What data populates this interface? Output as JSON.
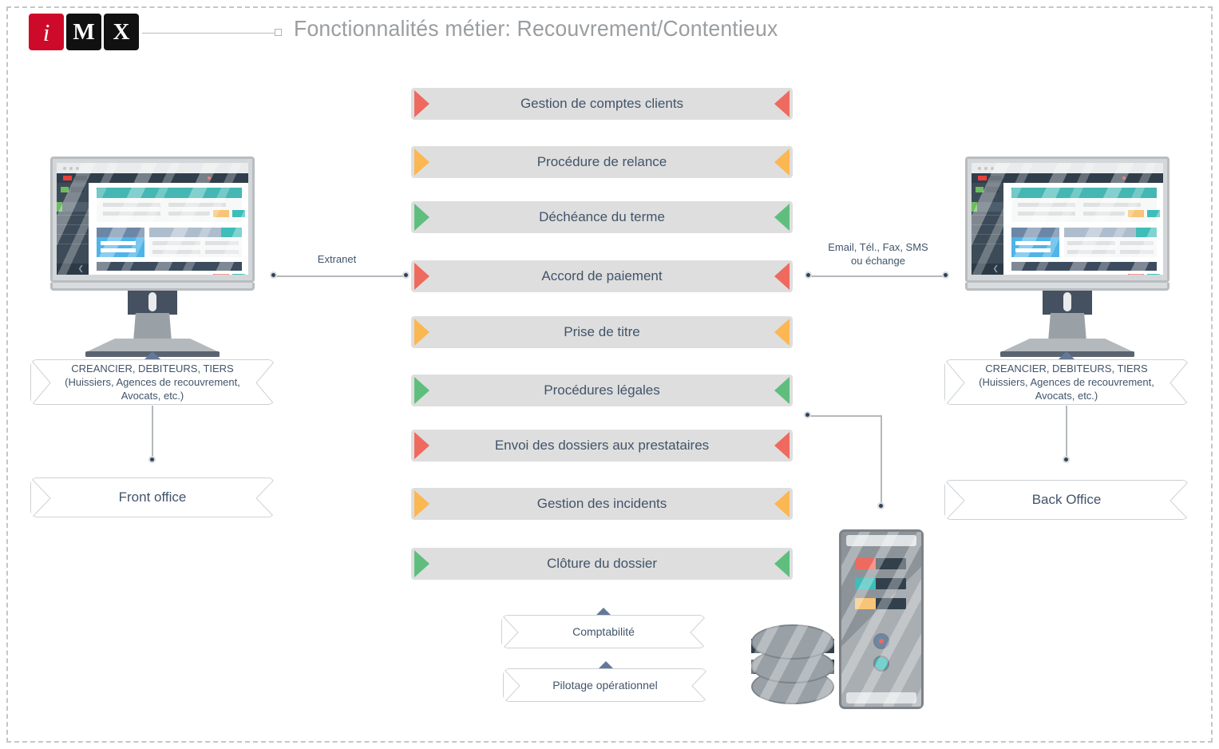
{
  "header": {
    "logo": [
      {
        "letter": "i",
        "style": "red"
      },
      {
        "letter": "M",
        "style": "dark"
      },
      {
        "letter": "X",
        "style": "dark"
      }
    ],
    "title": "Fonctionnalités métier: Recouvrement/Contentieux"
  },
  "colors": {
    "brand_red": "#ce0a2a",
    "accent_red": "#ee6a5f",
    "accent_orange": "#fbb751",
    "accent_green": "#5fbe7e",
    "bar_background": "#dedede",
    "text_slate": "#41546a",
    "title_gray": "#9a9ea1",
    "border_gray": "#cdd1d4"
  },
  "process_bars": [
    {
      "label": "Gestion de comptes clients",
      "color": "#ee6a5f"
    },
    {
      "label": "Procédure de relance",
      "color": "#fbb751"
    },
    {
      "label": "Déchéance du terme",
      "color": "#5fbe7e"
    },
    {
      "label": "Accord de paiement",
      "color": "#ee6a5f"
    },
    {
      "label": "Prise de titre",
      "color": "#fbb751"
    },
    {
      "label": "Procédures légales",
      "color": "#5fbe7e"
    },
    {
      "label": "Envoi des dossiers aux prestataires",
      "color": "#ee6a5f"
    },
    {
      "label": "Gestion des incidents",
      "color": "#fbb751"
    },
    {
      "label": "Clôture du dossier",
      "color": "#5fbe7e"
    }
  ],
  "left": {
    "monitor_name": "front-office-workstation",
    "actors_line1": "CREANCIER, DEBITEURS, TIERS",
    "actors_line2": "(Huissiers, Agences de recouvrement,",
    "actors_line3": "Avocats, etc.)",
    "office_label": "Front office"
  },
  "right": {
    "monitor_name": "back-office-workstation",
    "actors_line1": "CREANCIER, DEBITEURS, TIERS",
    "actors_line2": "(Huissiers, Agences de recouvrement,",
    "actors_line3": "Avocats, etc.)",
    "office_label": "Back Office"
  },
  "connectors": {
    "left_label": "Extranet",
    "right_label_line1": "Email, Tél., Fax, SMS",
    "right_label_line2": "ou échange"
  },
  "bottom_banners": [
    {
      "label": "Comptabilité"
    },
    {
      "label": "Pilotage opérationnel"
    }
  ],
  "infrastructure": {
    "server_name": "server-tower",
    "database_name": "database-stack",
    "server_slot_colors": [
      "#ee6a5f",
      "#3fbdb8",
      "#f8c478"
    ],
    "server_led_colors": [
      "#ee6a5f",
      "#3fbdb8"
    ]
  }
}
